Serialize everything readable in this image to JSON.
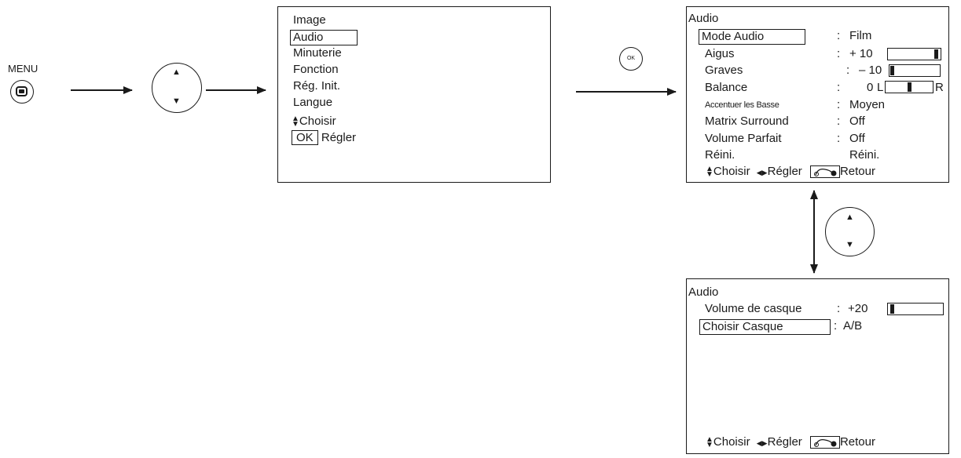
{
  "menu_button": {
    "label": "MENU"
  },
  "ok_button": {
    "label": "OK"
  },
  "main_menu": {
    "items": [
      "Image",
      "Audio",
      "Minuterie",
      "Fonction",
      "Rég. Init.",
      "Langue"
    ],
    "highlighted_index": 1,
    "hint_select": "Choisir",
    "ok_label": "OK",
    "hint_adjust": "Régler"
  },
  "audio_menu": {
    "title": "Audio",
    "rows": [
      {
        "label": "Mode Audio",
        "value": "Film"
      },
      {
        "label": "Aigus",
        "value": "+ 10"
      },
      {
        "label": "Graves",
        "value": "– 10"
      },
      {
        "label": "Balance",
        "value": "0",
        "left": "L",
        "right": "R"
      },
      {
        "label": "Accentuer les Basse",
        "value": "Moyen"
      },
      {
        "label": "Matrix Surround",
        "value": "Off"
      },
      {
        "label": "Volume Parfait",
        "value": "Off"
      },
      {
        "label": "Réini.",
        "value": "Réini."
      }
    ],
    "levels": {
      "aigus": 0.92,
      "graves": 0.05,
      "balance": 0.5
    },
    "footer": {
      "select": "Choisir",
      "adjust": "Régler",
      "back": "Retour"
    }
  },
  "audio_menu_2": {
    "title": "Audio",
    "rows": [
      {
        "label": "Volume de casque",
        "value": "+20"
      },
      {
        "label": "Choisir Casque",
        "value": "A/B"
      }
    ],
    "levels": {
      "casque": 0.08
    },
    "footer": {
      "select": "Choisir",
      "adjust": "Régler",
      "back": "Retour"
    }
  }
}
